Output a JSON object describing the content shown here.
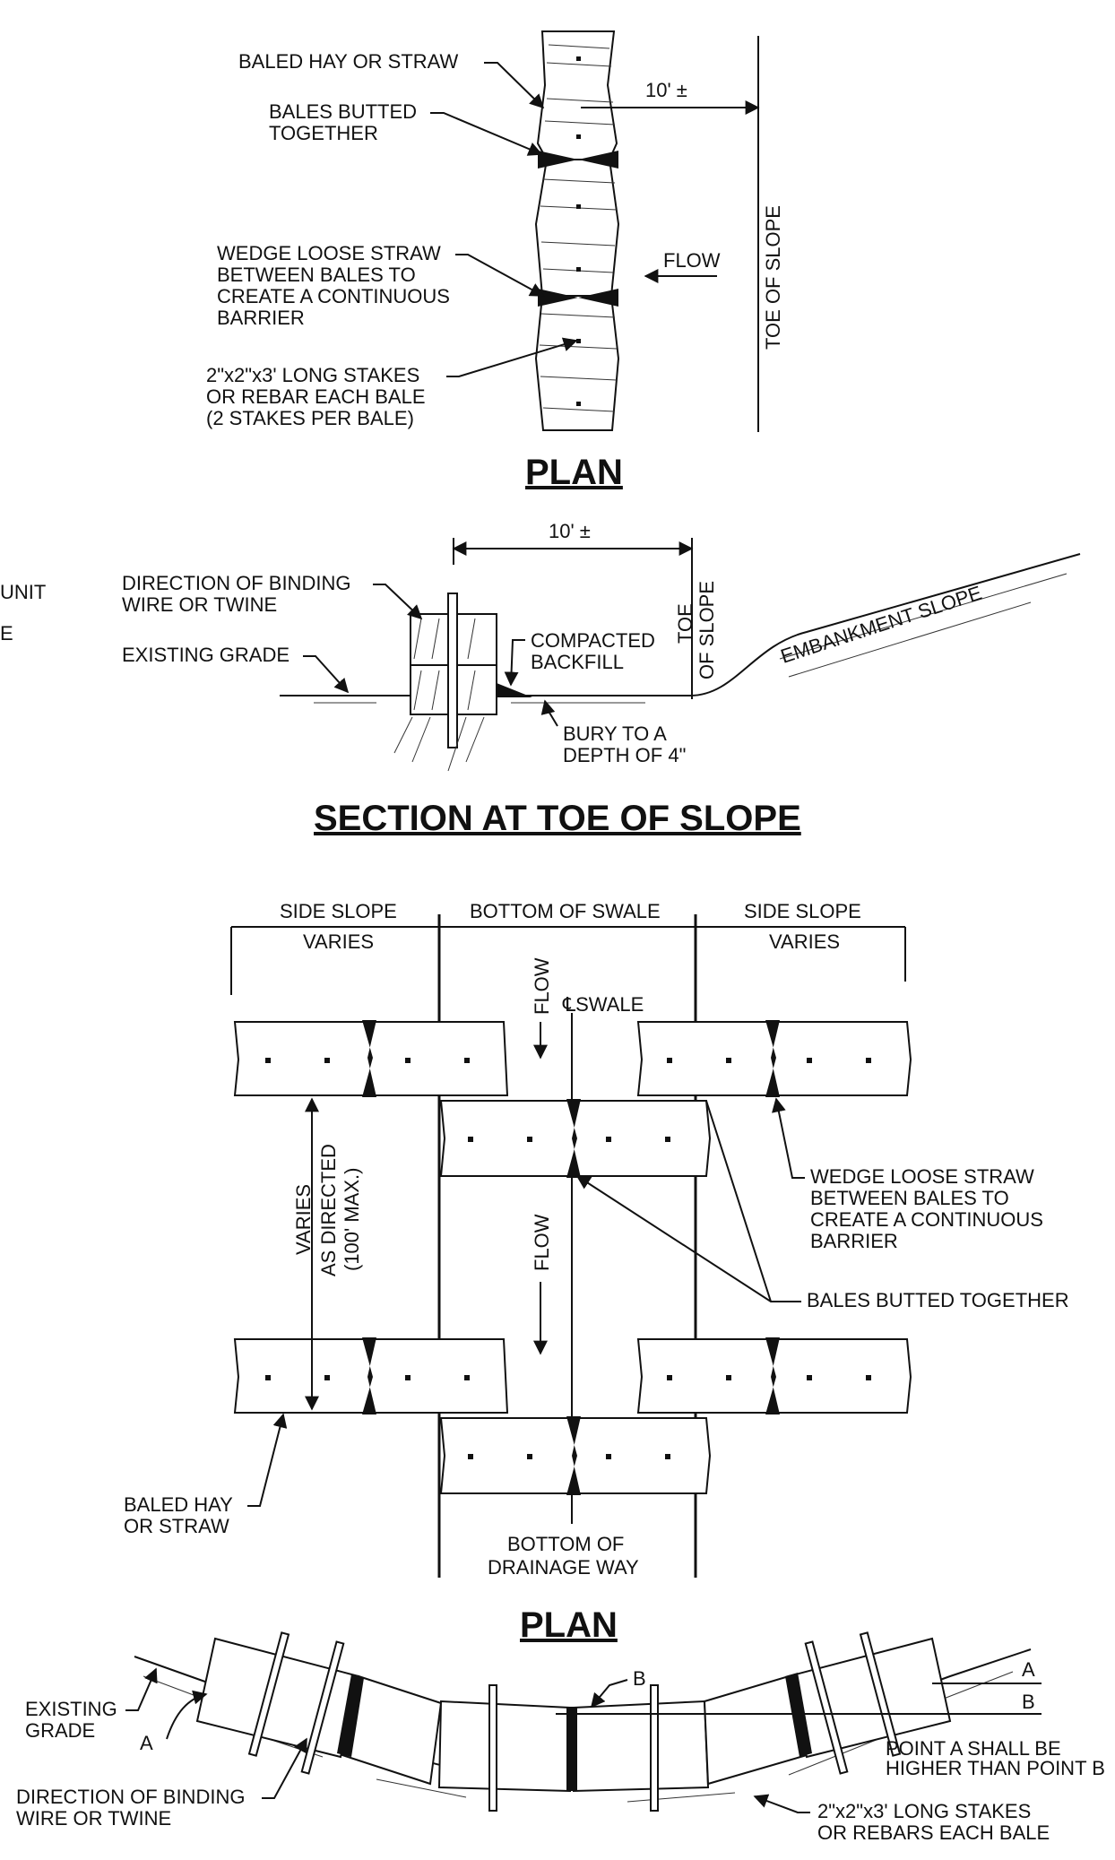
{
  "plan_top": {
    "labels": {
      "baled_hay": "BALED HAY OR STRAW",
      "butted_1": "BALES BUTTED",
      "butted_2": "TOGETHER",
      "dim": "10' ±",
      "wedge_1": "WEDGE LOOSE STRAW",
      "wedge_2": "BETWEEN BALES TO",
      "wedge_3": "CREATE A CONTINUOUS",
      "wedge_4": "BARRIER",
      "flow": "FLOW",
      "toe": "TOE OF SLOPE",
      "stakes_1": "2\"x2\"x3' LONG STAKES",
      "stakes_2": "OR REBAR EACH BALE",
      "stakes_3": "(2 STAKES PER BALE)"
    },
    "title": "PLAN"
  },
  "section": {
    "labels": {
      "dim": "10' ±",
      "cut_1": "UNIT",
      "cut_2": "E",
      "binding_1": "DIRECTION OF BINDING",
      "binding_2": "WIRE OR TWINE",
      "existing": "EXISTING GRADE",
      "backfill_1": "COMPACTED",
      "backfill_2": "BACKFILL",
      "toe_1": "TOE",
      "toe_2": "OF SLOPE",
      "embankment": "EMBANKMENT SLOPE",
      "bury_1": "BURY TO A",
      "bury_2": "DEPTH OF 4\""
    },
    "title": "SECTION AT TOE OF SLOPE"
  },
  "swale_plan": {
    "labels": {
      "side_slope_left": "SIDE SLOPE",
      "varies_left": "VARIES",
      "bottom": "BOTTOM OF SWALE",
      "side_slope_right": "SIDE SLOPE",
      "varies_right": "VARIES",
      "flow_top": "FLOW",
      "cl": "℄SWALE",
      "varies_1": "VARIES",
      "varies_2": "AS DIRECTED",
      "varies_3": "(100' MAX.)",
      "flow_mid": "FLOW",
      "wedge_1": "WEDGE LOOSE STRAW",
      "wedge_2": "BETWEEN BALES TO",
      "wedge_3": "CREATE A CONTINUOUS",
      "wedge_4": "BARRIER",
      "butted": "BALES BUTTED TOGETHER",
      "baled_1": "BALED HAY",
      "baled_2": "OR STRAW",
      "drain_1": "BOTTOM OF",
      "drain_2": "DRAINAGE WAY"
    },
    "title": "PLAN"
  },
  "swale_section": {
    "labels": {
      "existing_1": "EXISTING",
      "existing_2": "GRADE",
      "a_left": "A",
      "b_top": "B",
      "a_right": "A",
      "b_right": "B",
      "point_1": "POINT A SHALL BE",
      "point_2": "HIGHER THAN POINT B",
      "binding_1": "DIRECTION OF BINDING",
      "binding_2": "WIRE OR TWINE",
      "stakes_1": "2\"x2\"x3' LONG STAKES",
      "stakes_2": "OR REBARS EACH BALE"
    }
  }
}
